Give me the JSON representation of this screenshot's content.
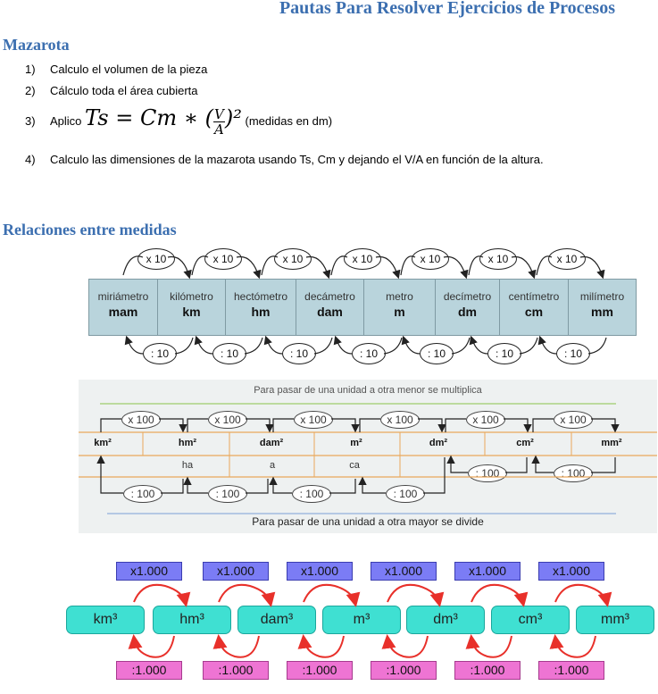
{
  "title": "Pautas Para Resolver Ejercicios de Procesos",
  "mazarota": {
    "heading": "Mazarota",
    "steps": [
      {
        "num": "1)",
        "text": "Calculo el volumen de la pieza"
      },
      {
        "num": "2)",
        "text": "Cálculo toda el área cubierta"
      },
      {
        "num": "3)",
        "pre": "Aplico",
        "formula": "Ts = Cm ∗ (",
        "frac_num": "V",
        "frac_den": "A",
        "formula_end": ")²",
        "post": "(medidas en dm)"
      },
      {
        "num": "4)",
        "text": "Calculo las dimensiones de la mazarota usando Ts, Cm y dejando el V/A en función de la altura."
      }
    ]
  },
  "relaciones": {
    "heading": "Relaciones entre medidas",
    "longitud": {
      "units": [
        {
          "name": "miriámetro",
          "abbr": "mam"
        },
        {
          "name": "kilómetro",
          "abbr": "km"
        },
        {
          "name": "hectómetro",
          "abbr": "hm"
        },
        {
          "name": "decámetro",
          "abbr": "dam"
        },
        {
          "name": "metro",
          "abbr": "m"
        },
        {
          "name": "decímetro",
          "abbr": "dm"
        },
        {
          "name": "centímetro",
          "abbr": "cm"
        },
        {
          "name": "milímetro",
          "abbr": "mm"
        }
      ],
      "multiply": "x 10",
      "divide": ": 10"
    },
    "superficie": {
      "top_hint": "Para pasar de una unidad a otra menor se multiplica",
      "bottom_hint": "Para pasar de una unidad a otra mayor se divide",
      "units": [
        "km²",
        "hm²",
        "dam²",
        "m²",
        "dm²",
        "cm²",
        "mm²"
      ],
      "agrarian": [
        "ha",
        "a",
        "ca"
      ],
      "multiply": "x 100",
      "divide": ": 100"
    },
    "volumen": {
      "units": [
        "km³",
        "hm³",
        "dam³",
        "m³",
        "dm³",
        "cm³",
        "mm³"
      ],
      "multiply": "x1.000",
      "divide": ":1.000"
    }
  }
}
